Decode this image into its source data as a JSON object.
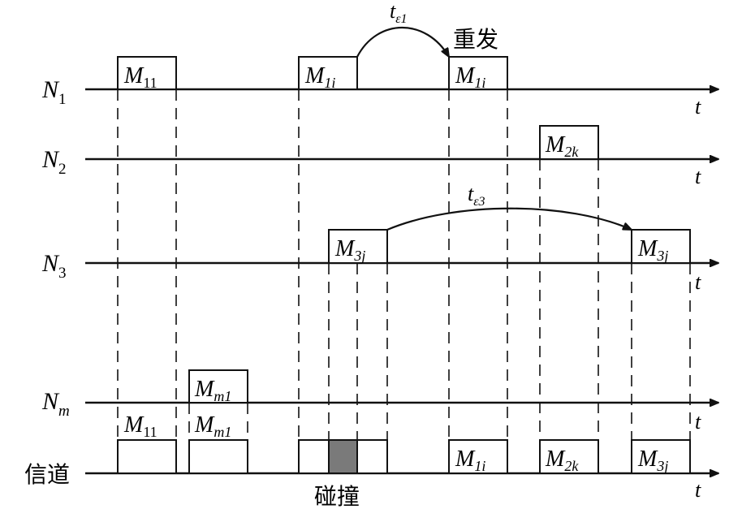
{
  "nodes": [
    {
      "main": "N",
      "sub": "1"
    },
    {
      "main": "N",
      "sub": "2"
    },
    {
      "main": "N",
      "sub": "3"
    },
    {
      "main": "N",
      "sub": "m"
    }
  ],
  "channel_label": "信道",
  "time_label": "t",
  "messages": {
    "m11": {
      "main": "M",
      "sub": "11"
    },
    "m1i": {
      "main": "M",
      "sub": "1i"
    },
    "m2k": {
      "main": "M",
      "sub": "2k"
    },
    "m3j": {
      "main": "M",
      "sub": "3j"
    },
    "mm1": {
      "main": "M",
      "sub": "m1"
    }
  },
  "delays": {
    "te1": {
      "main": "t",
      "sub": "ε1"
    },
    "te3": {
      "main": "t",
      "sub": "ε3"
    }
  },
  "annotations": {
    "resend": "重发",
    "collision": "碰撞"
  },
  "colors": {
    "line": "#111111",
    "collision_fill": "#7a7a7a"
  }
}
